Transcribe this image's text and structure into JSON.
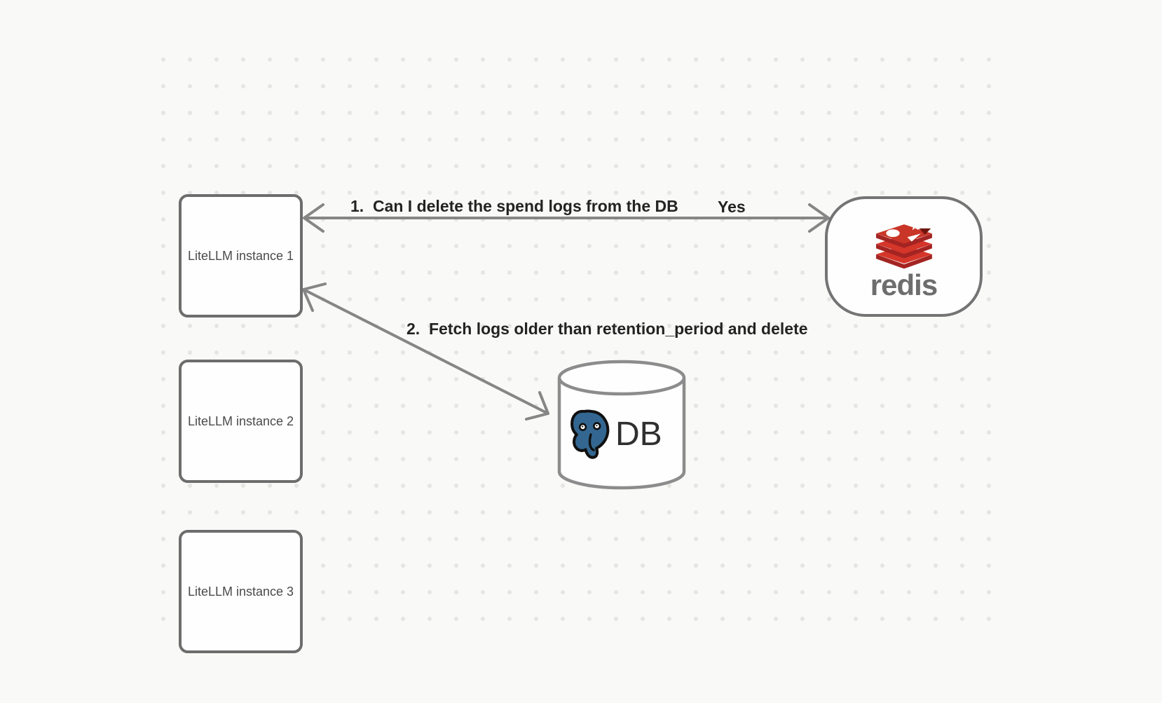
{
  "background": {
    "color": "#f9f9f8",
    "dot_color": "#e5e5e3"
  },
  "instances": [
    {
      "label": "LiteLLM instance 1"
    },
    {
      "label": "LiteLLM instance 2"
    },
    {
      "label": "LiteLLM instance 3"
    }
  ],
  "redis_node": {
    "wordmark": "redis",
    "logo_icon": "redis-stack-logo",
    "brand_red_light": "#d5362a",
    "brand_red_dark": "#a32422",
    "brand_red_notch": "#6e150f"
  },
  "db_node": {
    "label": "DB",
    "logo_icon": "postgresql-elephant",
    "postgres_blue": "#336791",
    "shape": "database-cylinder"
  },
  "edges": [
    {
      "label": "1.  Can I delete the spend logs from the DB",
      "answer": "Yes"
    },
    {
      "label": "2.  Fetch logs older than retention_period and delete"
    }
  ]
}
